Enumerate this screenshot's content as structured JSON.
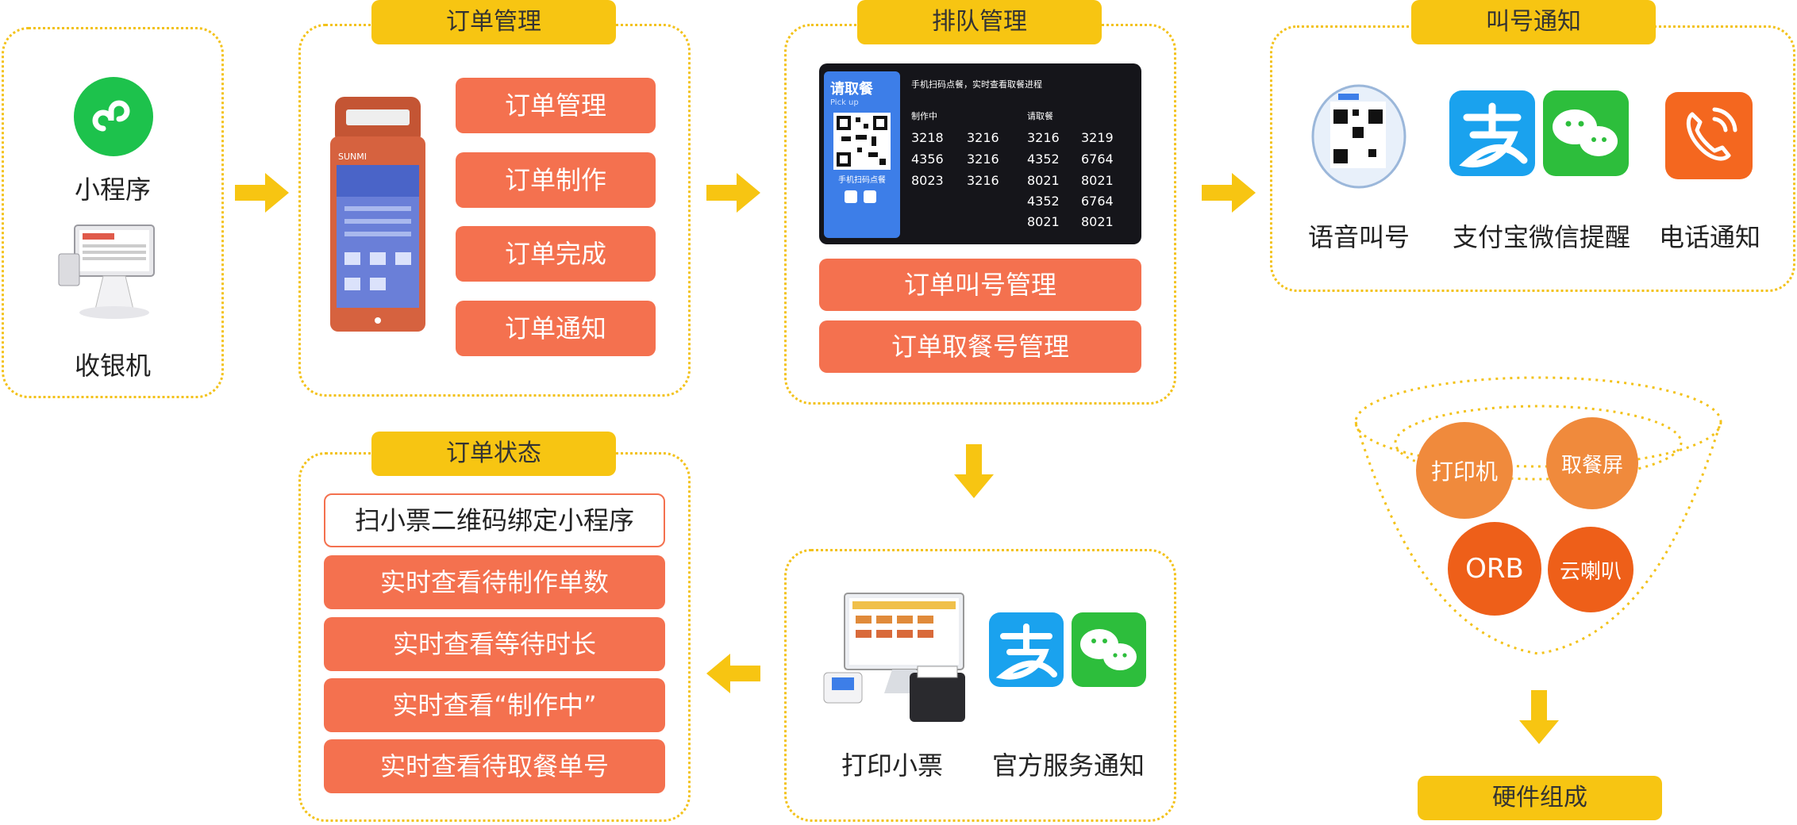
{
  "step1": {
    "items": [
      {
        "label": "小程序",
        "icon": "mini-program-icon"
      },
      {
        "label": "收银机",
        "icon": "cash-register-icon"
      }
    ]
  },
  "order_mgmt": {
    "title": "订单管理",
    "device_brand": "SUNMI",
    "buttons": [
      "订单管理",
      "订单制作",
      "订单完成",
      "订单通知"
    ]
  },
  "queue_mgmt": {
    "title": "排队管理",
    "screen": {
      "pickup_title": "请取餐",
      "pickup_sub": "Pick up",
      "header": "手机扫码点餐，实时查看取餐进程",
      "qr_caption": "手机扫码点餐",
      "col1": "制作中",
      "col2": "请取餐",
      "col1_rows": [
        [
          "3218",
          "3216"
        ],
        [
          "4356",
          "3216"
        ],
        [
          "8023",
          "3216"
        ]
      ],
      "col2_rows": [
        [
          "3216",
          "3219"
        ],
        [
          "4352",
          "6764"
        ],
        [
          "8021",
          "8021"
        ],
        [
          "4352",
          "6764"
        ],
        [
          "8021",
          "8021"
        ]
      ]
    },
    "buttons": [
      "订单叫号管理",
      "订单取餐号管理"
    ]
  },
  "call_notify": {
    "title": "叫号通知",
    "items": [
      {
        "label": "语音叫号",
        "icon": "speaker-qr-icon"
      },
      {
        "label": "支付宝微信提醒",
        "icon": "alipay-wechat-icon"
      },
      {
        "label": "电话通知",
        "icon": "phone-icon"
      }
    ]
  },
  "hardware": {
    "title": "硬件组成",
    "items": [
      "打印机",
      "取餐屏",
      "ORB",
      "云喇叭"
    ]
  },
  "ticket_notify": {
    "items": [
      {
        "label": "打印小票",
        "icon": "pos-printer-icon"
      },
      {
        "label": "官方服务通知",
        "icon": "alipay-wechat-icon"
      }
    ]
  },
  "order_status": {
    "title": "订单状态",
    "buttons": [
      "扫小票二维码绑定小程序",
      "实时查看待制作单数",
      "实时查看等待时长",
      "实时查看“制作中”",
      "实时查看待取餐单号"
    ]
  },
  "colors": {
    "accent_yellow": "#f7c512",
    "button_orange": "#f4714f",
    "dotted_border": "#f3c21a",
    "circle_orange": "#f08a3c"
  }
}
